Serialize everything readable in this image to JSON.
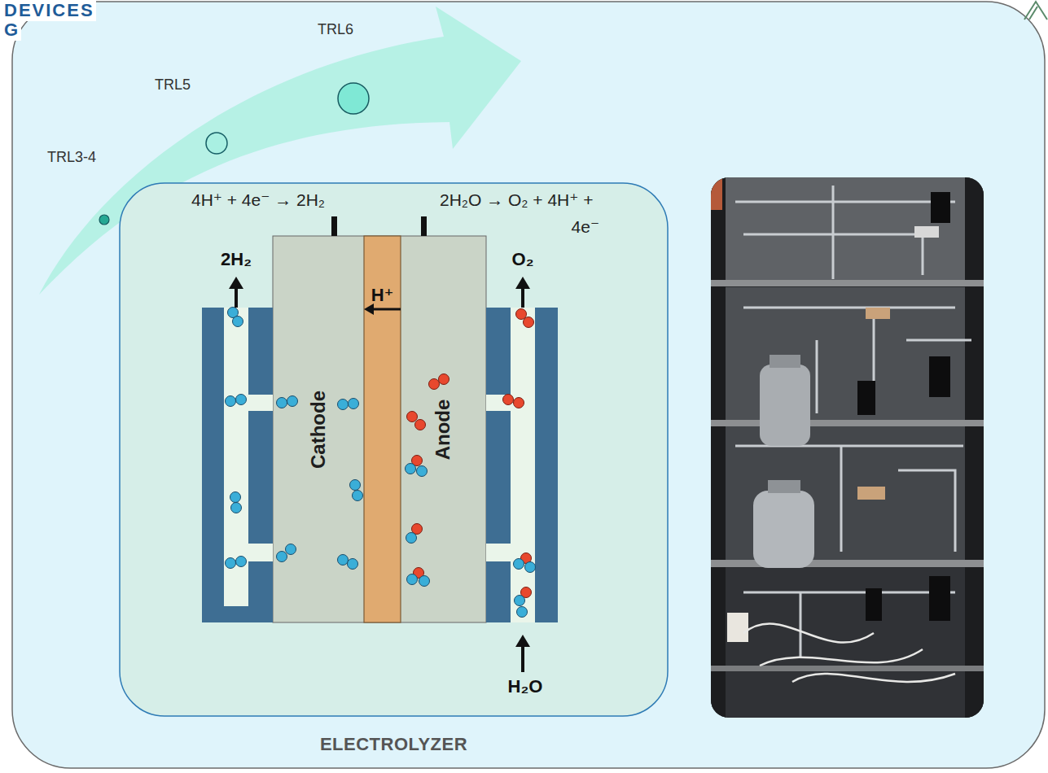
{
  "diagram": {
    "nodes": [
      {
        "text": [
          "4H⁺ + 4e⁻ → 2H₂",
          "2H₂O → O₂ + 4H⁺ + 4e⁻",
          "ELECTROLYZER"
        ]
      },
      {
        "text": [
          "Cathode"
        ],
        "in": 0
      },
      {
        "text": [
          "Anode"
        ],
        "in": 0
      }
    ],
    "edges": [
      {
        "from": 2,
        "to": 1,
        "arrow": "to",
        "label": "H⁺"
      }
    ],
    "labels": [
      "DEVICES",
      "G",
      "TRL3-4",
      "TRL5",
      "TRL6",
      "2H₂",
      "O₂",
      "H₂O"
    ]
  }
}
